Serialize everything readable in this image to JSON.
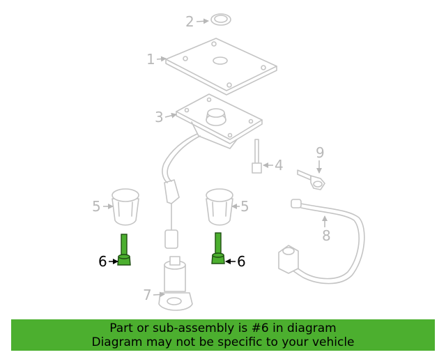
{
  "callouts": {
    "c1": "1",
    "c2": "2",
    "c3": "3",
    "c4": "4",
    "c5a": "5",
    "c5b": "5",
    "c6a": "6",
    "c6b": "6",
    "c7": "7",
    "c8": "8",
    "c9": "9"
  },
  "highlight": {
    "part_number": "6",
    "color": "#4caf2f"
  },
  "banner": {
    "line1": "Part or sub-assembly is #6 in diagram",
    "line2": "Diagram may not be specific to your vehicle"
  }
}
